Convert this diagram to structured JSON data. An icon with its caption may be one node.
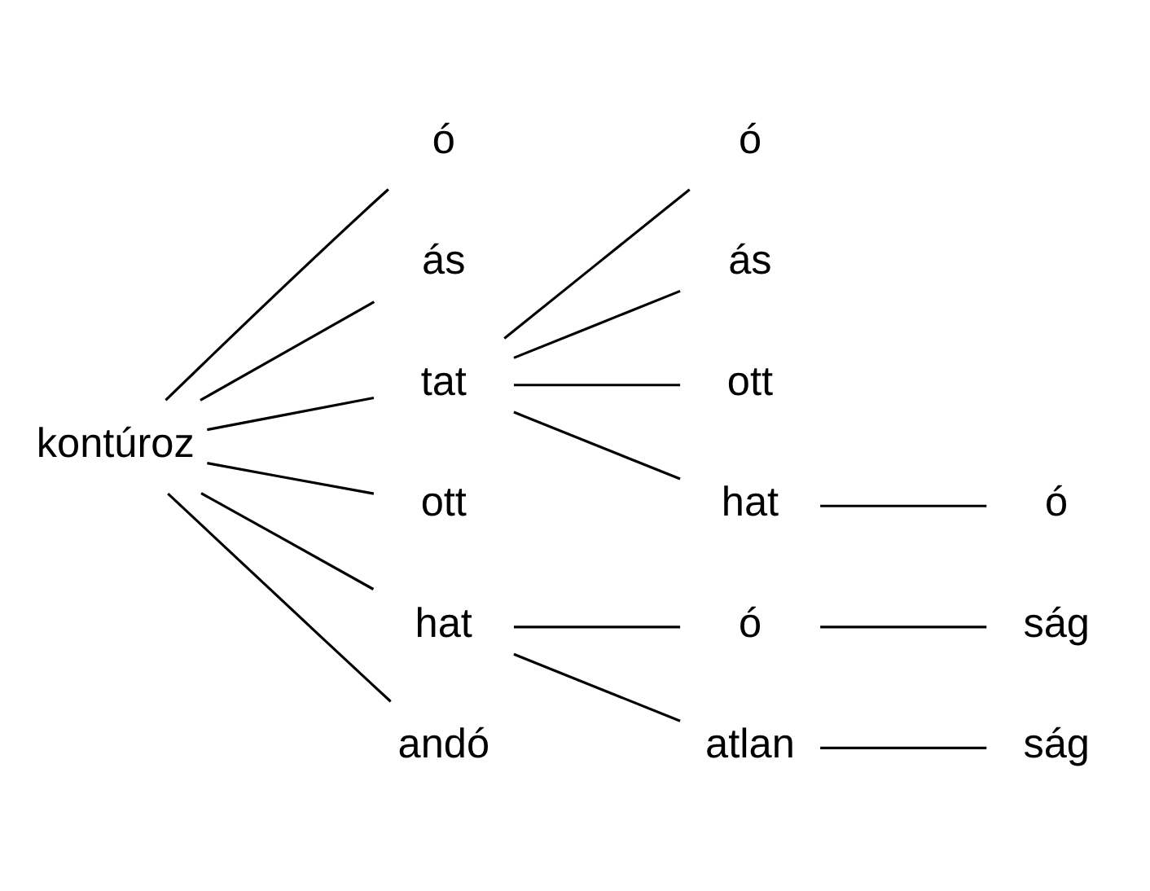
{
  "diagram": {
    "nodes": [
      {
        "text": [
          "kontúroz"
        ]
      },
      {
        "text": [
          "ó"
        ]
      },
      {
        "text": [
          "ás"
        ]
      },
      {
        "text": [
          "tat"
        ]
      },
      {
        "text": [
          "ó"
        ]
      },
      {
        "text": [
          "ás"
        ]
      },
      {
        "text": [
          "ott"
        ]
      },
      {
        "text": [
          "hat"
        ]
      },
      {
        "text": [
          "ó"
        ]
      },
      {
        "text": [
          "ott"
        ]
      },
      {
        "text": [
          "hat"
        ]
      },
      {
        "text": [
          "ó"
        ]
      },
      {
        "text": [
          "ság"
        ]
      },
      {
        "text": [
          "atlan"
        ]
      },
      {
        "text": [
          "ság"
        ]
      },
      {
        "text": [
          "andó"
        ]
      }
    ],
    "edges": [
      {
        "from": 0,
        "to": 1,
        "arrow": "none"
      },
      {
        "from": 0,
        "to": 2,
        "arrow": "none"
      },
      {
        "from": 0,
        "to": 3,
        "arrow": "none"
      },
      {
        "from": 3,
        "to": 4,
        "arrow": "none"
      },
      {
        "from": 3,
        "to": 5,
        "arrow": "none"
      },
      {
        "from": 3,
        "to": 6,
        "arrow": "none"
      },
      {
        "from": 3,
        "to": 7,
        "arrow": "none"
      },
      {
        "from": 7,
        "to": 8,
        "arrow": "none"
      },
      {
        "from": 0,
        "to": 9,
        "arrow": "none"
      },
      {
        "from": 0,
        "to": 10,
        "arrow": "none"
      },
      {
        "from": 10,
        "to": 11,
        "arrow": "none"
      },
      {
        "from": 11,
        "to": 12,
        "arrow": "none"
      },
      {
        "from": 10,
        "to": 13,
        "arrow": "none"
      },
      {
        "from": 13,
        "to": 14,
        "arrow": "none"
      },
      {
        "from": 0,
        "to": 15,
        "arrow": "none"
      }
    ]
  }
}
